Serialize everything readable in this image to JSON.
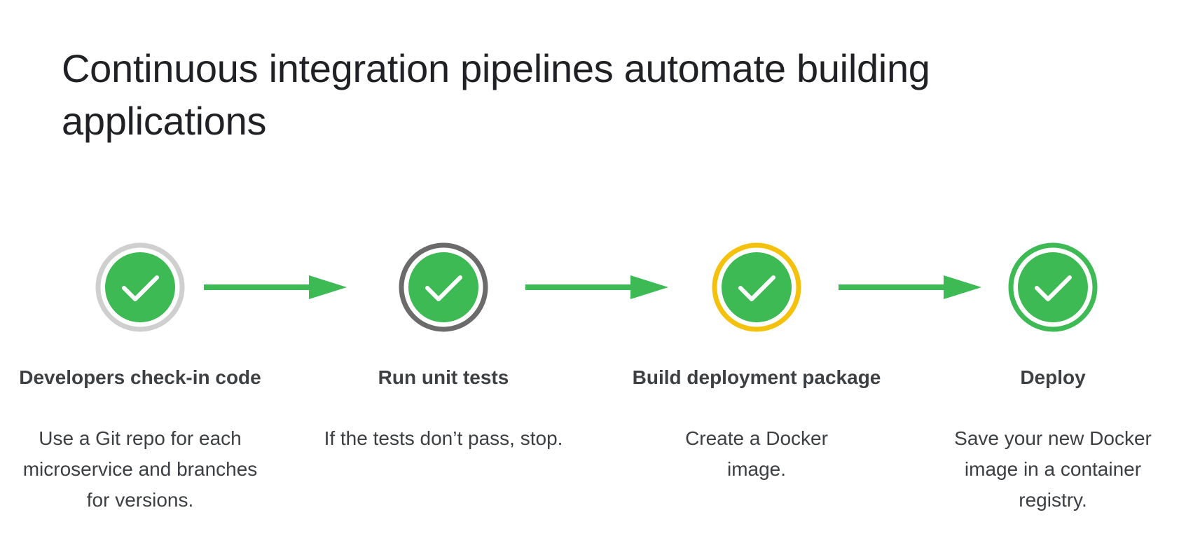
{
  "title": "Continuous integration pipelines automate building applications",
  "colors": {
    "check_fill": "#3dba54",
    "arrow": "#3dba54",
    "text": "#3c4043"
  },
  "steps": [
    {
      "title": "Developers check-in code",
      "description": "Use a Git repo for each microservice and branches for versions.",
      "icon": "check-circle-icon",
      "ring_color": "#cfcfcf"
    },
    {
      "title": "Run unit tests",
      "description": "If the tests don’t pass, stop.",
      "icon": "check-circle-icon",
      "ring_color": "#6b6b6b"
    },
    {
      "title": "Build deployment package",
      "description": "Create a Docker image.",
      "icon": "check-circle-icon",
      "ring_color": "#f4c20d"
    },
    {
      "title": "Deploy",
      "description": "Save your new Docker image in a container registry.",
      "icon": "check-circle-icon",
      "ring_color": "#3dba54"
    }
  ],
  "arrows": [
    {
      "icon": "arrow-right-icon"
    },
    {
      "icon": "arrow-right-icon"
    },
    {
      "icon": "arrow-right-icon"
    }
  ]
}
